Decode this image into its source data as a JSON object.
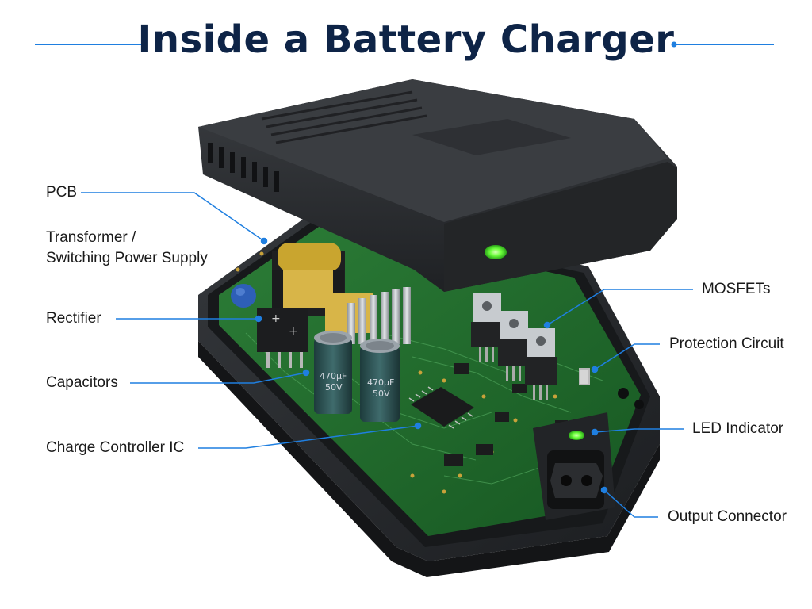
{
  "title": "Inside a Battery Charger",
  "labels": {
    "pcb": "PCB",
    "transformer_line1": "Transformer /",
    "transformer_line2": "Switching Power Supply",
    "rectifier": "Rectifier",
    "capacitors": "Capacitors",
    "charge_controller": "Charge Controller IC",
    "mosfets": "MOSFETs",
    "protection": "Protection Circuit",
    "led": "LED Indicator",
    "output": "Output Connector"
  },
  "capacitor_markings": {
    "left_value": "470µF",
    "left_voltage": "50V",
    "right_value": "470µF",
    "right_voltage": "50V"
  },
  "colors": {
    "title": "#0e2447",
    "accent_line": "#1f7fe0",
    "case": "#2a2c2f",
    "pcb": "#1f6b2e",
    "led": "#6cff3c"
  }
}
